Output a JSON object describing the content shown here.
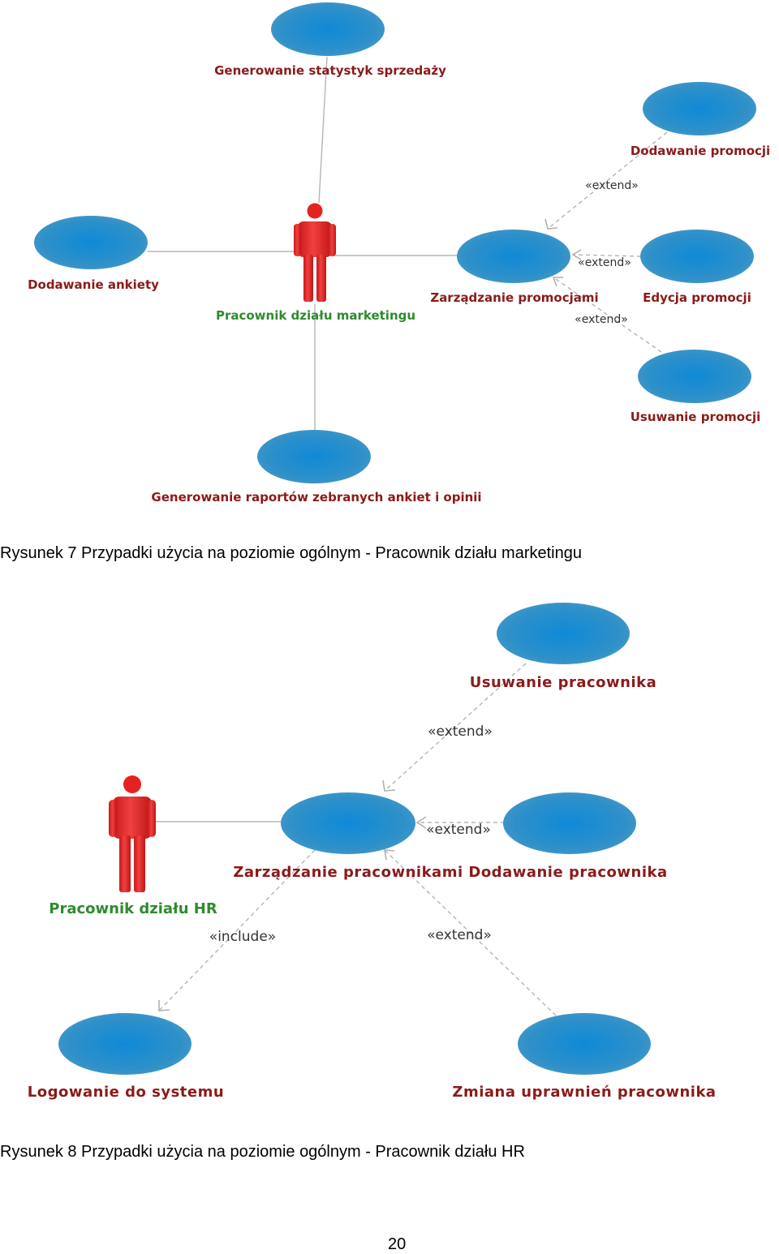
{
  "figure1": {
    "caption": "Rysunek 7 Przypadki użycia na poziomie ogólnym - Pracownik działu marketingu",
    "actor": {
      "label": "Pracownik działu marketingu"
    },
    "use_cases": {
      "generowanie_statystyk": "Generowanie statystyk sprzedaży",
      "dodawanie_promocji": "Dodawanie promocji",
      "dodawanie_ankiety": "Dodawanie ankiety",
      "zarzadzanie_promocjami": "Zarządzanie promocjami",
      "edycja_promocji": "Edycja promocji",
      "usuwanie_promocji": "Usuwanie promocji",
      "generowanie_raportow": "Generowanie raportów zebranych ankiet i opinii"
    },
    "stereotypes": {
      "extend_dodawanie": "«extend»",
      "extend_edycja": "«extend»",
      "extend_usuwanie": "«extend»"
    }
  },
  "figure2": {
    "caption": "Rysunek 8 Przypadki użycia na poziomie ogólnym - Pracownik działu HR",
    "actor": {
      "label": "Pracownik działu HR"
    },
    "use_cases": {
      "usuwanie_pracownika": "Usuwanie pracownika",
      "zarzadzanie_pracownikami": "Zarządzanie pracownikami",
      "dodawanie_pracownika": "Dodawanie pracownika",
      "logowanie": "Logowanie do systemu",
      "zmiana_uprawnien": "Zmiana uprawnień pracownika"
    },
    "stereotypes": {
      "extend_usuwanie": "«extend»",
      "extend_dodawanie": "«extend»",
      "include_logowanie": "«include»",
      "extend_zmiana": "«extend»"
    }
  },
  "page_number": "20",
  "colors": {
    "use_case_fill": "#2a8fc9",
    "use_case_label": "#8b1a1a",
    "actor_label": "#2e8b2e",
    "actor_fill": "#e02020",
    "connector": "#b5b5b5"
  }
}
